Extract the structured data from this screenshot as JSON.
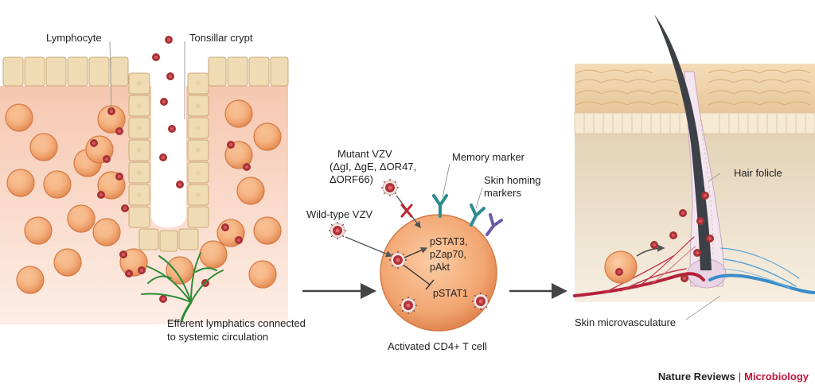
{
  "panel_left": {
    "lymphocyte_label": "Lymphocyte",
    "crypt_label": "Tonsillar crypt",
    "lymphatics_label_line1": "Efferent lymphatics connected",
    "lymphatics_label_line2": "to systemic circulation"
  },
  "panel_middle": {
    "mutant_line1": "Mutant VZV",
    "mutant_line2": "(ΔgI, ΔgE, ΔOR47,",
    "mutant_line3": "ΔORF66)",
    "wildtype_label": "Wild-type VZV",
    "memory_marker_label": "Memory marker",
    "skin_homing_line1": "Skin homing",
    "skin_homing_line2": "markers",
    "signal_up_line1": "pSTAT3,",
    "signal_up_line2": "pZap70,",
    "signal_up_line3": "pAkt",
    "signal_down": "pSTAT1",
    "cell_label": "Activated CD4+ T cell"
  },
  "panel_right": {
    "hair_follicle_label": "Hair folicle",
    "microvasculature_label": "Skin microvasculature"
  },
  "credit": {
    "publisher": "Nature Reviews",
    "separator": "|",
    "journal": "Microbiology"
  },
  "colors": {
    "cell_fill": "#f1a874",
    "cell_stroke": "#d57a45",
    "virus": "#a83236",
    "epithelium": "#f0dcb4",
    "tissue": "#f8d8c6",
    "lymphatic": "#2e8b36",
    "artery": "#b5213a",
    "vein": "#3a8cc8",
    "hair": "#3c4148"
  }
}
